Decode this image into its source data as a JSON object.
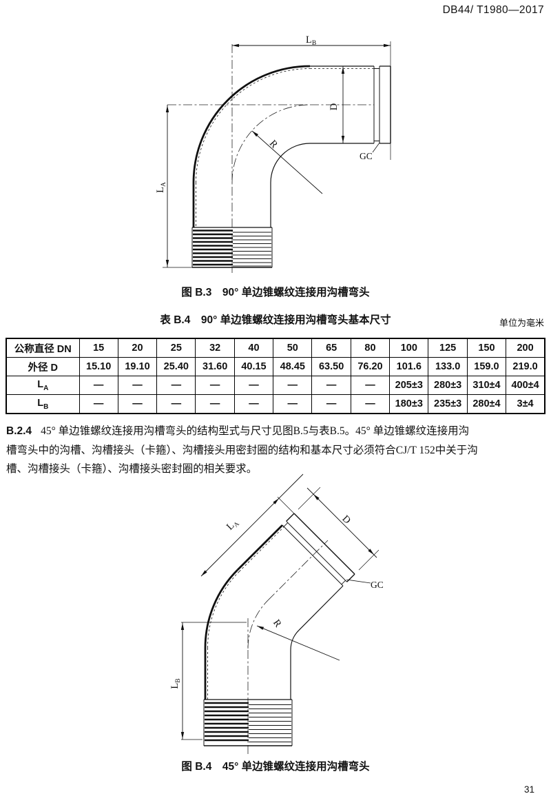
{
  "header": {
    "doc_number": "DB44/ T1980—2017"
  },
  "figure_b3": {
    "caption": "图 B.3　90° 单边锥螺纹连接用沟槽弯头"
  },
  "figure_b4": {
    "caption": "图 B.4　45° 单边锥螺纹连接用沟槽弯头"
  },
  "table_b4": {
    "caption": "表 B.4　90° 单边锥螺纹连接用沟槽弯头基本尺寸",
    "unit_note": "单位为毫米",
    "col_header_label": "公称直径 DN",
    "row_outer_d_label": "外径 D",
    "la_label_main": "L",
    "la_label_sub": "A",
    "lb_label_main": "L",
    "lb_label_sub": "B",
    "dn": [
      "15",
      "20",
      "25",
      "32",
      "40",
      "50",
      "65",
      "80",
      "100",
      "125",
      "150",
      "200"
    ],
    "outer_d": [
      "15.10",
      "19.10",
      "25.40",
      "31.60",
      "40.15",
      "48.45",
      "63.50",
      "76.20",
      "101.6",
      "133.0",
      "159.0",
      "219.0"
    ],
    "la": [
      "—",
      "—",
      "—",
      "—",
      "—",
      "—",
      "—",
      "—",
      "205±3",
      "280±3",
      "310±4",
      "400±4"
    ],
    "lb": [
      "—",
      "—",
      "—",
      "—",
      "—",
      "—",
      "—",
      "—",
      "180±3",
      "235±3",
      "280±4",
      "3±4"
    ]
  },
  "clause_b24": {
    "number": "B.2.4",
    "line1": "45° 单边锥螺纹连接用沟槽弯头的结构型式与尺寸见图B.5与表B.5。45° 单边锥螺纹连接用沟",
    "line2": "槽弯头中的沟槽、沟槽接头（卡箍）、沟槽接头用密封圈的结构和基本尺寸必须符合CJ/T 152中关于沟",
    "line3": "槽、沟槽接头（卡箍）、沟槽接头密封圈的相关要求。"
  },
  "dims": {
    "L": "L",
    "sub_a": "A",
    "sub_b": "B",
    "D": "D",
    "R": "R",
    "GC": "GC"
  },
  "footer": {
    "page_number": "31"
  }
}
